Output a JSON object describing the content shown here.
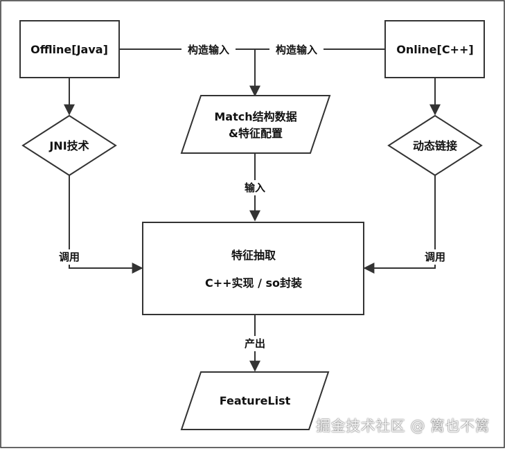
{
  "nodes": {
    "offline": "Offline[Java]",
    "online": "Online[C++]",
    "match_line1": "Match结构数据",
    "match_line2": "&特征配置",
    "jni": "JNI技术",
    "dynamic_link": "动态链接",
    "extract_line1": "特征抽取",
    "extract_line2": "C++实现 / so封装",
    "feature_list": "FeatureList"
  },
  "edge_labels": {
    "construct_input_left": "构造输入",
    "construct_input_right": "构造输入",
    "input": "输入",
    "call_left": "调用",
    "call_right": "调用",
    "output": "产出"
  },
  "watermark": "掘金技术社区 @ 篱也不篱",
  "colors": {
    "stroke": "#333333",
    "text": "#111111",
    "fill": "#ffffff"
  }
}
